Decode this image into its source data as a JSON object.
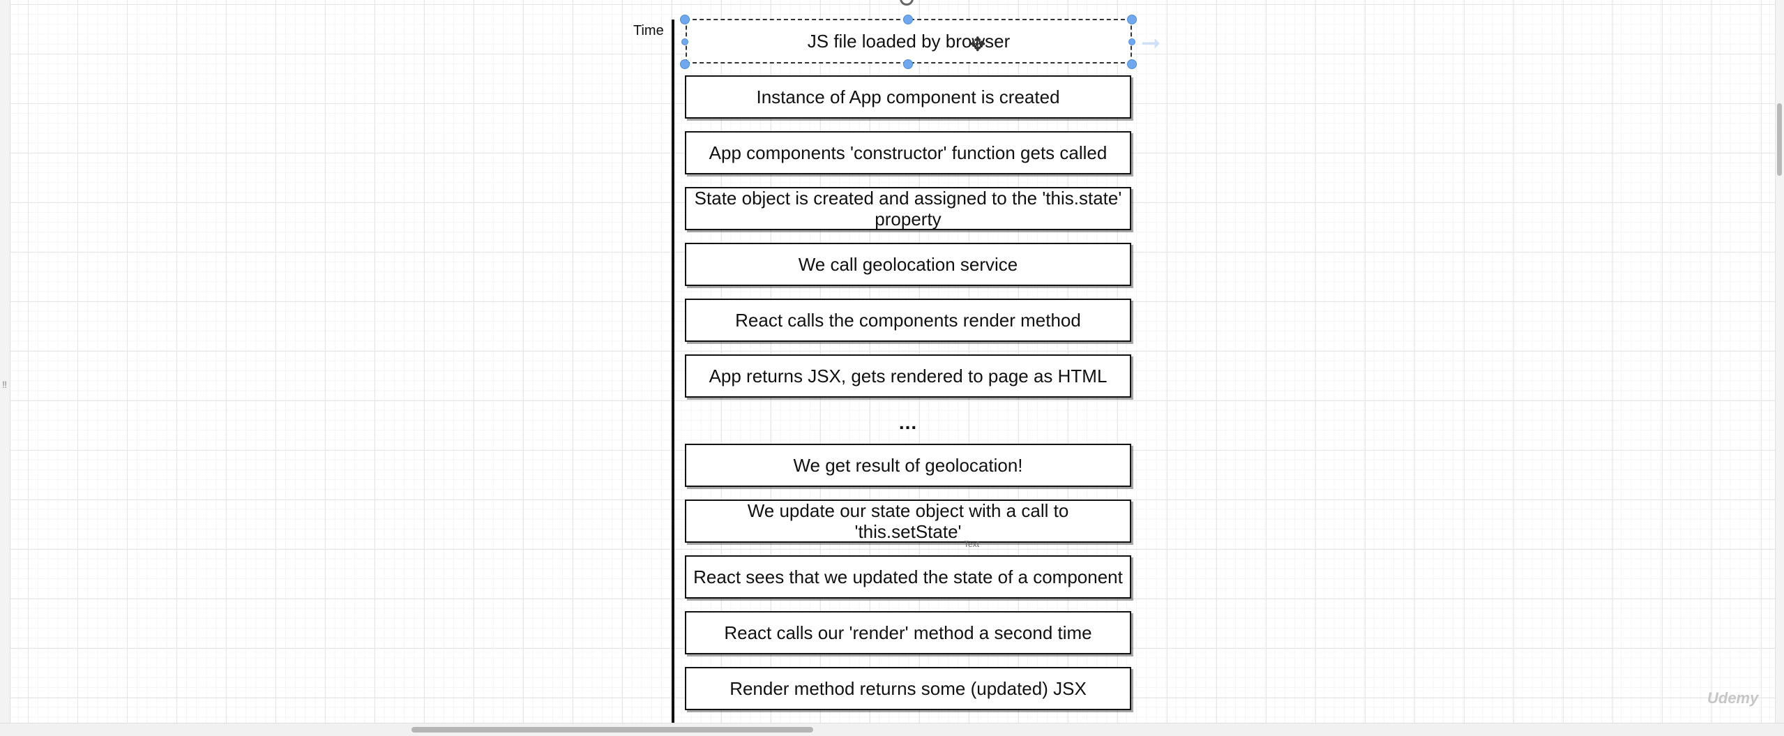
{
  "axis_label": "Time",
  "steps": [
    "JS file loaded by browser",
    "Instance of App component is created",
    "App components 'constructor' function gets called",
    "State object is created and assigned to the 'this.state' property",
    "We call geolocation service",
    "React calls the components render method",
    "App returns JSX, gets rendered to page as HTML",
    "We get result of geolocation!",
    "We update our state object with a call to 'this.setState'",
    "React sees that we updated the state of a component",
    "React calls our 'render' method a second time",
    "Render method returns some (updated) JSX"
  ],
  "ellipsis": "...",
  "selected_step": "JS file loaded by browser",
  "hover_tooltip": "Text",
  "watermark": "Udemy",
  "icons": {
    "rotate": "rotate-handle-icon",
    "move": "move-cursor-icon",
    "connect": "connect-arrow-icon",
    "grip": "grip-icon"
  },
  "colors": {
    "selection_handle": "#6fa8ee",
    "box_border": "#111111",
    "grid": "#e6e6e6"
  }
}
